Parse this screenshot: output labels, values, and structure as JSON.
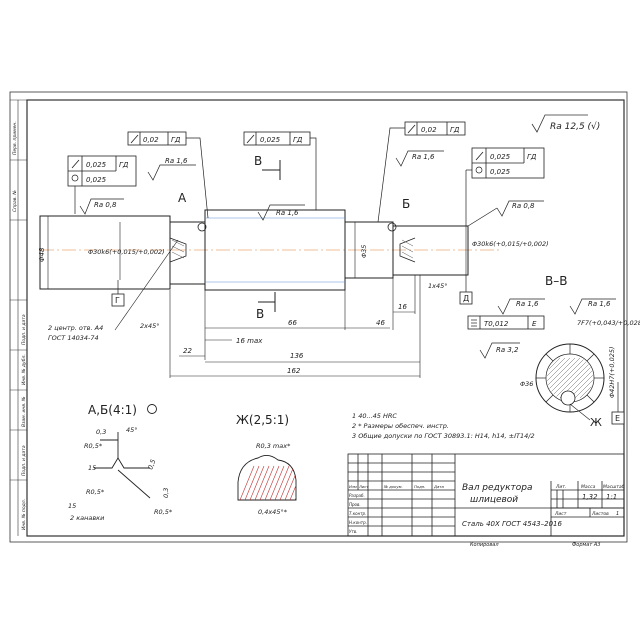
{
  "roughness": {
    "general": "Ra 12,5 (√)"
  },
  "surface_labels": {
    "ra16_left": "Ra 1,6",
    "ra08_left": "Ra 0,8",
    "ra16_mid": "Ra 1,6",
    "ra16_right": "Ra 1,6",
    "ra08_right": "Ra 0,8",
    "ra16_sec_a": "Ra 1,6",
    "ra16_sec_b": "Ra 1,6",
    "ra32_sec": "Ra 3,2"
  },
  "tolerance_frames": {
    "left_runout": {
      "value": "0,02",
      "datum": "ГД"
    },
    "left_pair_top": {
      "value": "0,025",
      "datum": "ГД"
    },
    "left_pair_bot": {
      "value": "0,025"
    },
    "mid_runout": {
      "value": "0,025",
      "datum": "ГД"
    },
    "right_runout": {
      "value": "0,02",
      "datum": "ГД"
    },
    "right_pair_top": {
      "value": "0,025",
      "datum": "ГД"
    },
    "right_pair_bot": {
      "value": "0,025"
    },
    "section_sym": {
      "value": "T0,012",
      "datum": "Е"
    }
  },
  "view_letters": {
    "a": "А",
    "b": "Б",
    "v_top": "В",
    "v_bot": "В"
  },
  "datum_letters": {
    "g": "Г",
    "d": "Д",
    "e": "Е"
  },
  "dimensions": {
    "phi48": "Φ48",
    "phi30_left": "Φ30k6(+0,015/+0,002)",
    "phi35": "Φ35",
    "phi30_right": "Φ30k6(+0,015/+0,002)",
    "d22": "22",
    "d16max": "16 max",
    "d66": "66",
    "d46": "46",
    "d16": "16",
    "d136": "136",
    "d162": "162",
    "ch2x45": "2х45°",
    "ch1x45": "1х45°",
    "spline_7f7": "7F7(+0,043/+0,028)",
    "spline_42h7": "Φ42H7(+0,025)",
    "phi36": "Φ36"
  },
  "centre_holes": {
    "line1": "2 центр. отв. А4",
    "line2": "ГОСТ 14034-74"
  },
  "section_title": "В–В",
  "section_label_zh": "Ж",
  "detail_ab": {
    "title": "А,Б(4:1)",
    "d03a": "0,3",
    "d45": "45°",
    "r05a": "R0,5*",
    "d15": "15",
    "d05": "0,5",
    "r05b": "R0,5*",
    "d03b": "0,3",
    "r05c": "R0,5*",
    "d15b": "15",
    "grooves": "2 канавки"
  },
  "detail_zh": {
    "title": "Ж(2,5:1)",
    "r03": "R0,3 max*",
    "ch": "0,4х45°*"
  },
  "notes": [
    "1 40...45 HRC",
    "2 * Размеры обеспеч. инстр.",
    "3 Общие допуски по ГОСТ 30893.1: H14, h14, ±IT14/2"
  ],
  "title_block": {
    "name_line1": "Вал редуктора",
    "name_line2": "шлицевой",
    "material": "Сталь 40Х ГОСТ 4543–2016",
    "lit_label": "Лит.",
    "mass_label": "Масса",
    "scale_label": "Масштаб",
    "mass": "1,32",
    "scale": "1:1",
    "sheet_label": "Лист",
    "sheets_label": "Листов",
    "sheets": "1",
    "row_labels": [
      "Изм",
      "Лист",
      "№ докум.",
      "Подп.",
      "Дата"
    ],
    "roles": [
      "Разраб.",
      "Пров.",
      "Т.контр.",
      "",
      "Н.контр.",
      "Утв."
    ],
    "copied": "Копировал",
    "format": "Формат   А3"
  },
  "side_labels": [
    "Перв. примен.",
    "Справ. №",
    "Подп. и дата",
    "Инв. № дубл.",
    "Взам. инв. №",
    "Подп. и дата",
    "Инв. № подл."
  ]
}
